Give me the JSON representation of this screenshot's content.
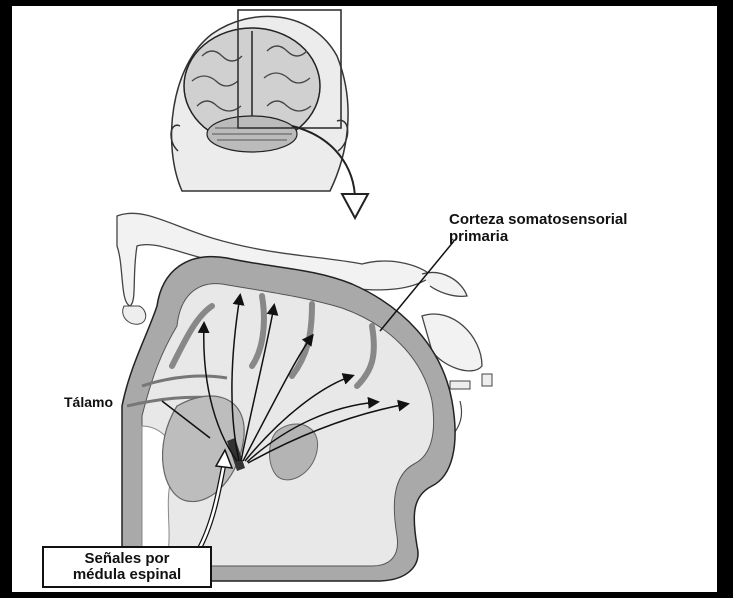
{
  "labels": {
    "corteza_line1": "Corteza somatosensorial",
    "corteza_line2": "primaria",
    "talamo": "Tálamo",
    "senales_line1": "Señales por",
    "senales_line2": "médula espinal"
  },
  "colors": {
    "background_border": "#000000",
    "cortex_gray": "#a9a9a9",
    "white_matter": "#e8e8e8",
    "thalamus_gray": "#bdbdbd",
    "outline": "#1a1a1a"
  }
}
